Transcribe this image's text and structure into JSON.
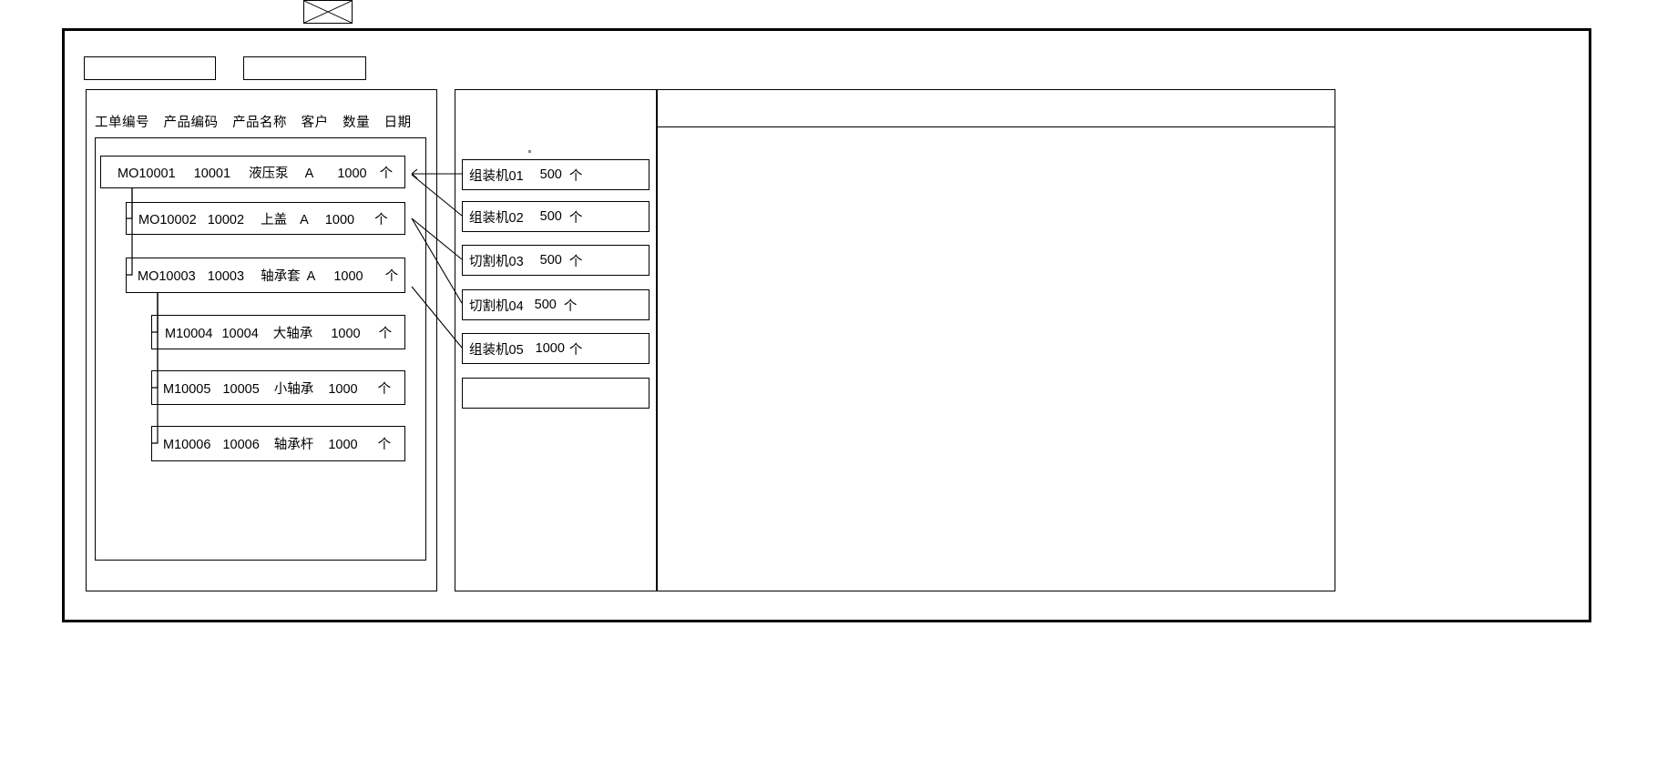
{
  "window": {
    "title": ""
  },
  "toolbar": {
    "field1_value": "",
    "field2_value": "",
    "image_placeholder_icon": "crossed-box-icon"
  },
  "left_panel": {
    "columns": [
      "工单编号",
      "产品编码",
      "产品名称",
      "客户",
      "数量",
      "日期"
    ],
    "rows": [
      {
        "level": 0,
        "order_no": "MO10001",
        "product_code": "10001",
        "product_name": "液压泵",
        "customer": "A",
        "qty": "1000",
        "unit": "个",
        "date": ""
      },
      {
        "level": 1,
        "order_no": "MO10002",
        "product_code": "10002",
        "product_name": "上盖",
        "customer": "A",
        "qty": "1000",
        "unit": "个",
        "date": ""
      },
      {
        "level": 1,
        "order_no": "MO10003",
        "product_code": "10003",
        "product_name": "轴承套",
        "customer": "A",
        "qty": "1000",
        "unit": "个",
        "date": ""
      },
      {
        "level": 2,
        "order_no": "M10004",
        "product_code": "10004",
        "product_name": "大轴承",
        "customer": "",
        "qty": "1000",
        "unit": "个",
        "date": ""
      },
      {
        "level": 2,
        "order_no": "M10005",
        "product_code": "10005",
        "product_name": "小轴承",
        "customer": "",
        "qty": "1000",
        "unit": "个",
        "date": ""
      },
      {
        "level": 2,
        "order_no": "M10006",
        "product_code": "10006",
        "product_name": "轴承杆",
        "customer": "",
        "qty": "1000",
        "unit": "个",
        "date": ""
      }
    ]
  },
  "middle_panel": {
    "cards": [
      {
        "machine": "组装机01",
        "qty": "500",
        "unit": "个"
      },
      {
        "machine": "组装机02",
        "qty": "500",
        "unit": "个"
      },
      {
        "machine": "切割机03",
        "qty": "500",
        "unit": "个"
      },
      {
        "machine": "切割机04",
        "qty": "500",
        "unit": "个"
      },
      {
        "machine": "组装机05",
        "qty": "1000",
        "unit": "个"
      },
      {
        "machine": "",
        "qty": "",
        "unit": ""
      }
    ]
  },
  "right_panel": {
    "header_text": "",
    "body_text": ""
  },
  "colors": {
    "line": "#000000",
    "background": "#ffffff",
    "text": "#000000"
  }
}
